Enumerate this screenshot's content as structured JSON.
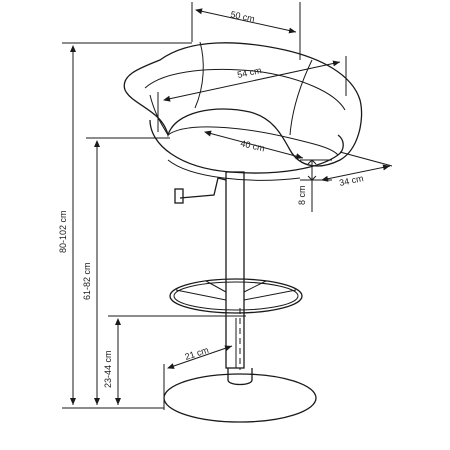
{
  "dimensions": {
    "width_top": "50 cm",
    "width_outer": "54 cm",
    "seat_width": "40 cm",
    "seat_depth": "34 cm",
    "seat_thickness": "8 cm",
    "total_height": "80-102 cm",
    "seat_height": "61-82 cm",
    "footrest_height": "23-44 cm",
    "base_radius": "21 cm"
  }
}
